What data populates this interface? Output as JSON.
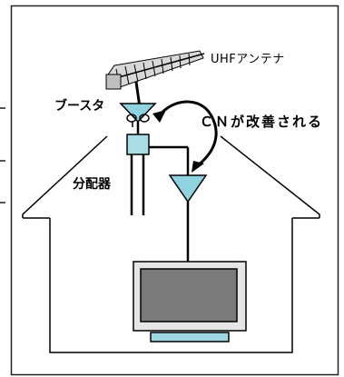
{
  "labels": {
    "antenna": "UHFアンテナ",
    "booster": "ブースタ",
    "cn_improved": "ＣＮが改善される",
    "splitter": "分配器"
  },
  "colors": {
    "stroke": "#000000",
    "frame": "#222222",
    "amplifier_fill": "#8fd3e0",
    "splitter_fill": "#a8dde8",
    "tv_body": "#e6e6e6",
    "tv_screen": "#7a7a7a",
    "tv_stand": "#9fd6e3",
    "antenna_fill": "#d8d8d8"
  },
  "icons": {
    "antenna": "uhf-antenna-icon",
    "booster": "booster-amplifier-icon",
    "splitter": "splitter-box-icon",
    "amplifier": "amplifier-triangle-icon",
    "television": "television-icon",
    "house": "house-outline-icon",
    "arrow": "curved-arrow-icon"
  }
}
